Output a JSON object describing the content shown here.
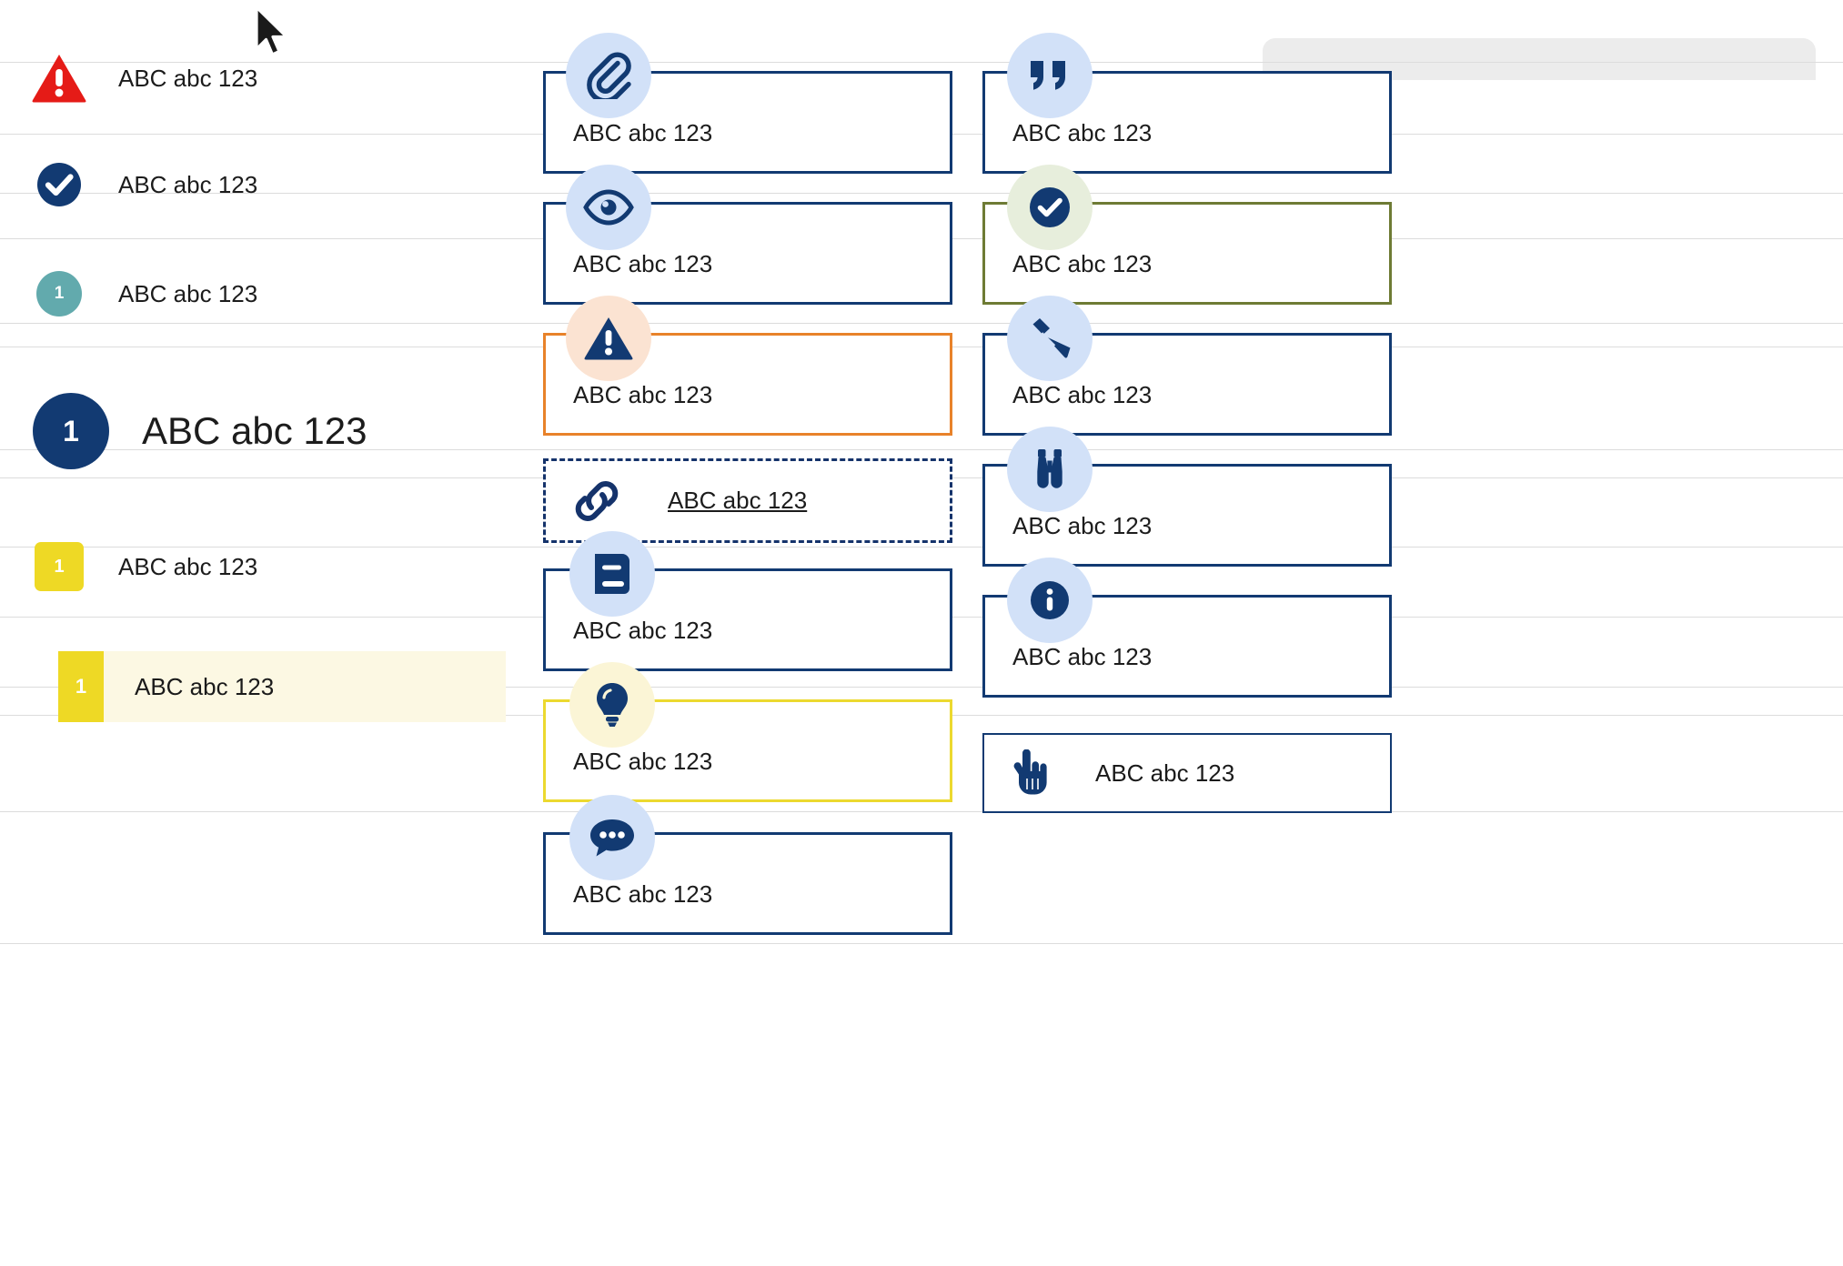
{
  "colors": {
    "navy": "#123a72",
    "navy_deep": "#15336b",
    "red": "#e51b17",
    "teal": "#62aaad",
    "yellow": "#eed925",
    "yellow_border": "#ecd92f",
    "orange": "#e8822a",
    "olive": "#6e7b34",
    "icon_bubble_blue": "#d2e1f8",
    "icon_bubble_peach": "#fbe3d2",
    "icon_bubble_green": "#e7eedc",
    "icon_bubble_cream": "#fbf5d6",
    "highlight_row_bg": "#fcf8e3",
    "divider": "#dcdcdc",
    "grey_panel": "#ececec",
    "text": "#1c1c1c"
  },
  "cursor": {
    "icon": "mouse-pointer-icon"
  },
  "sample_text": "ABC abc 123",
  "left_column": {
    "rows": [
      {
        "badge_type": "triangle-warning",
        "badge_icon": "warning-triangle-icon",
        "badge_text": "",
        "label": "ABC abc 123",
        "size": "normal"
      },
      {
        "badge_type": "circle-check",
        "badge_icon": "check-circle-icon",
        "badge_text": "",
        "label": "ABC abc 123",
        "size": "normal"
      },
      {
        "badge_type": "circle-number",
        "badge_icon": "number-badge-icon",
        "badge_text": "1",
        "label": "ABC abc 123",
        "size": "normal"
      },
      {
        "badge_type": "circle-number",
        "badge_icon": "number-badge-icon",
        "badge_text": "1",
        "label": "ABC abc 123",
        "size": "large"
      },
      {
        "badge_type": "square-number",
        "badge_icon": "number-badge-icon",
        "badge_text": "1",
        "label": "ABC abc 123",
        "size": "normal"
      }
    ],
    "highlighted_row": {
      "badge_text": "1",
      "label": "ABC abc 123"
    }
  },
  "middle_column": {
    "cards": [
      {
        "icon": "paperclip-icon",
        "icon_bubble": "blue",
        "border": "navy",
        "label": "ABC abc 123",
        "layout": "stacked"
      },
      {
        "icon": "eye-icon",
        "icon_bubble": "blue",
        "border": "navy",
        "label": "ABC abc 123",
        "layout": "stacked"
      },
      {
        "icon": "warning-triangle-icon",
        "icon_bubble": "peach",
        "border": "orange",
        "label": "ABC abc 123",
        "layout": "stacked"
      },
      {
        "icon": "link-icon",
        "icon_bubble": "none",
        "border": "dashed",
        "label": "ABC abc 123",
        "layout": "inline",
        "underlined": true
      },
      {
        "icon": "book-icon",
        "icon_bubble": "blue",
        "border": "navy",
        "label": "ABC abc 123",
        "layout": "stacked"
      },
      {
        "icon": "lightbulb-icon",
        "icon_bubble": "cream",
        "border": "yellow",
        "label": "ABC abc 123",
        "layout": "stacked"
      },
      {
        "icon": "chat-bubble-icon",
        "icon_bubble": "blue",
        "border": "navy",
        "label": "ABC abc 123",
        "layout": "stacked"
      }
    ]
  },
  "right_column": {
    "cards": [
      {
        "icon": "quote-icon",
        "icon_bubble": "blue",
        "border": "navy",
        "label": "ABC abc 123",
        "layout": "stacked"
      },
      {
        "icon": "check-circle-icon",
        "icon_bubble": "green",
        "border": "olive",
        "label": "ABC abc 123",
        "layout": "stacked"
      },
      {
        "icon": "pencil-icon",
        "icon_bubble": "blue",
        "border": "navy",
        "label": "ABC abc 123",
        "layout": "stacked"
      },
      {
        "icon": "binoculars-icon",
        "icon_bubble": "blue",
        "border": "navy",
        "label": "ABC abc 123",
        "layout": "stacked"
      },
      {
        "icon": "info-circle-icon",
        "icon_bubble": "blue",
        "border": "navy",
        "label": "ABC abc 123",
        "layout": "stacked"
      },
      {
        "icon": "pointing-hand-icon",
        "icon_bubble": "none",
        "border": "thin",
        "label": "ABC abc 123",
        "layout": "inline"
      }
    ]
  },
  "dividers_y": [
    147,
    262,
    381,
    525,
    678,
    832,
    903,
    1091
  ]
}
